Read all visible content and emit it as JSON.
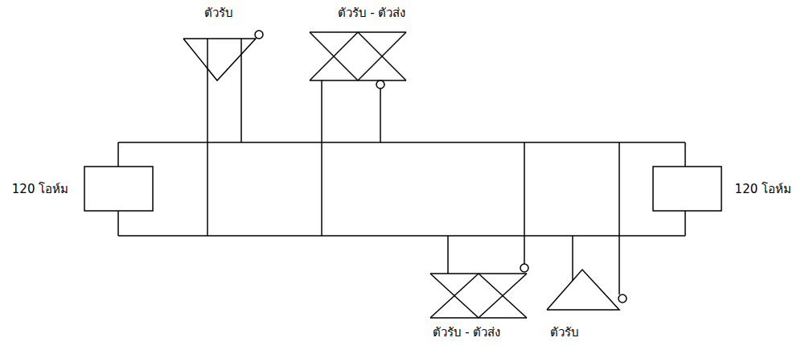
{
  "diagram": {
    "labels": [
      "ตัวรับ",
      "ตัวรับ - ตัวส่ง",
      "120 โอห์ม",
      "120 โอห์ม",
      "ตัวรับ - ตัวส่ง",
      "ตัวรับ"
    ]
  }
}
